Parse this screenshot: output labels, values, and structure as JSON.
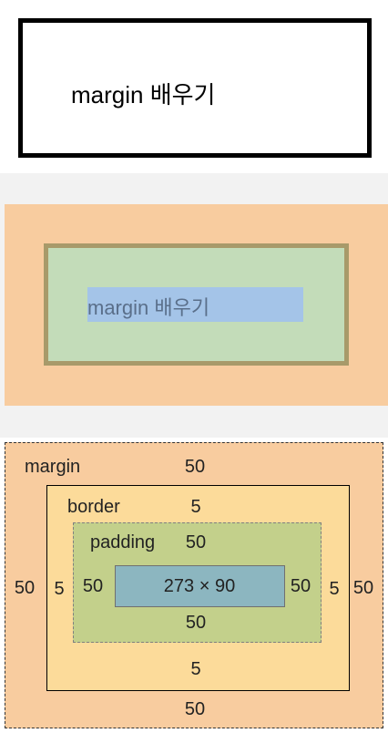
{
  "panel1": {
    "text": "margin 배우기"
  },
  "panel2": {
    "text": "margin 배우기"
  },
  "box_model": {
    "margin": {
      "label": "margin",
      "top": "50",
      "right": "50",
      "bottom": "50",
      "left": "50"
    },
    "border": {
      "label": "border",
      "top": "5",
      "right": "5",
      "bottom": "5",
      "left": "5"
    },
    "padding": {
      "label": "padding",
      "top": "50",
      "right": "50",
      "bottom": "50",
      "left": "50"
    },
    "content": {
      "size": "273 × 90"
    }
  },
  "colors": {
    "margin": "#f8cc9f",
    "border": "#fcdb9a",
    "padding": "#c3d08b",
    "content": "#8cb6c0",
    "highlight_content": "#a4c4e8",
    "highlight_padding": "#c3dcb9"
  }
}
